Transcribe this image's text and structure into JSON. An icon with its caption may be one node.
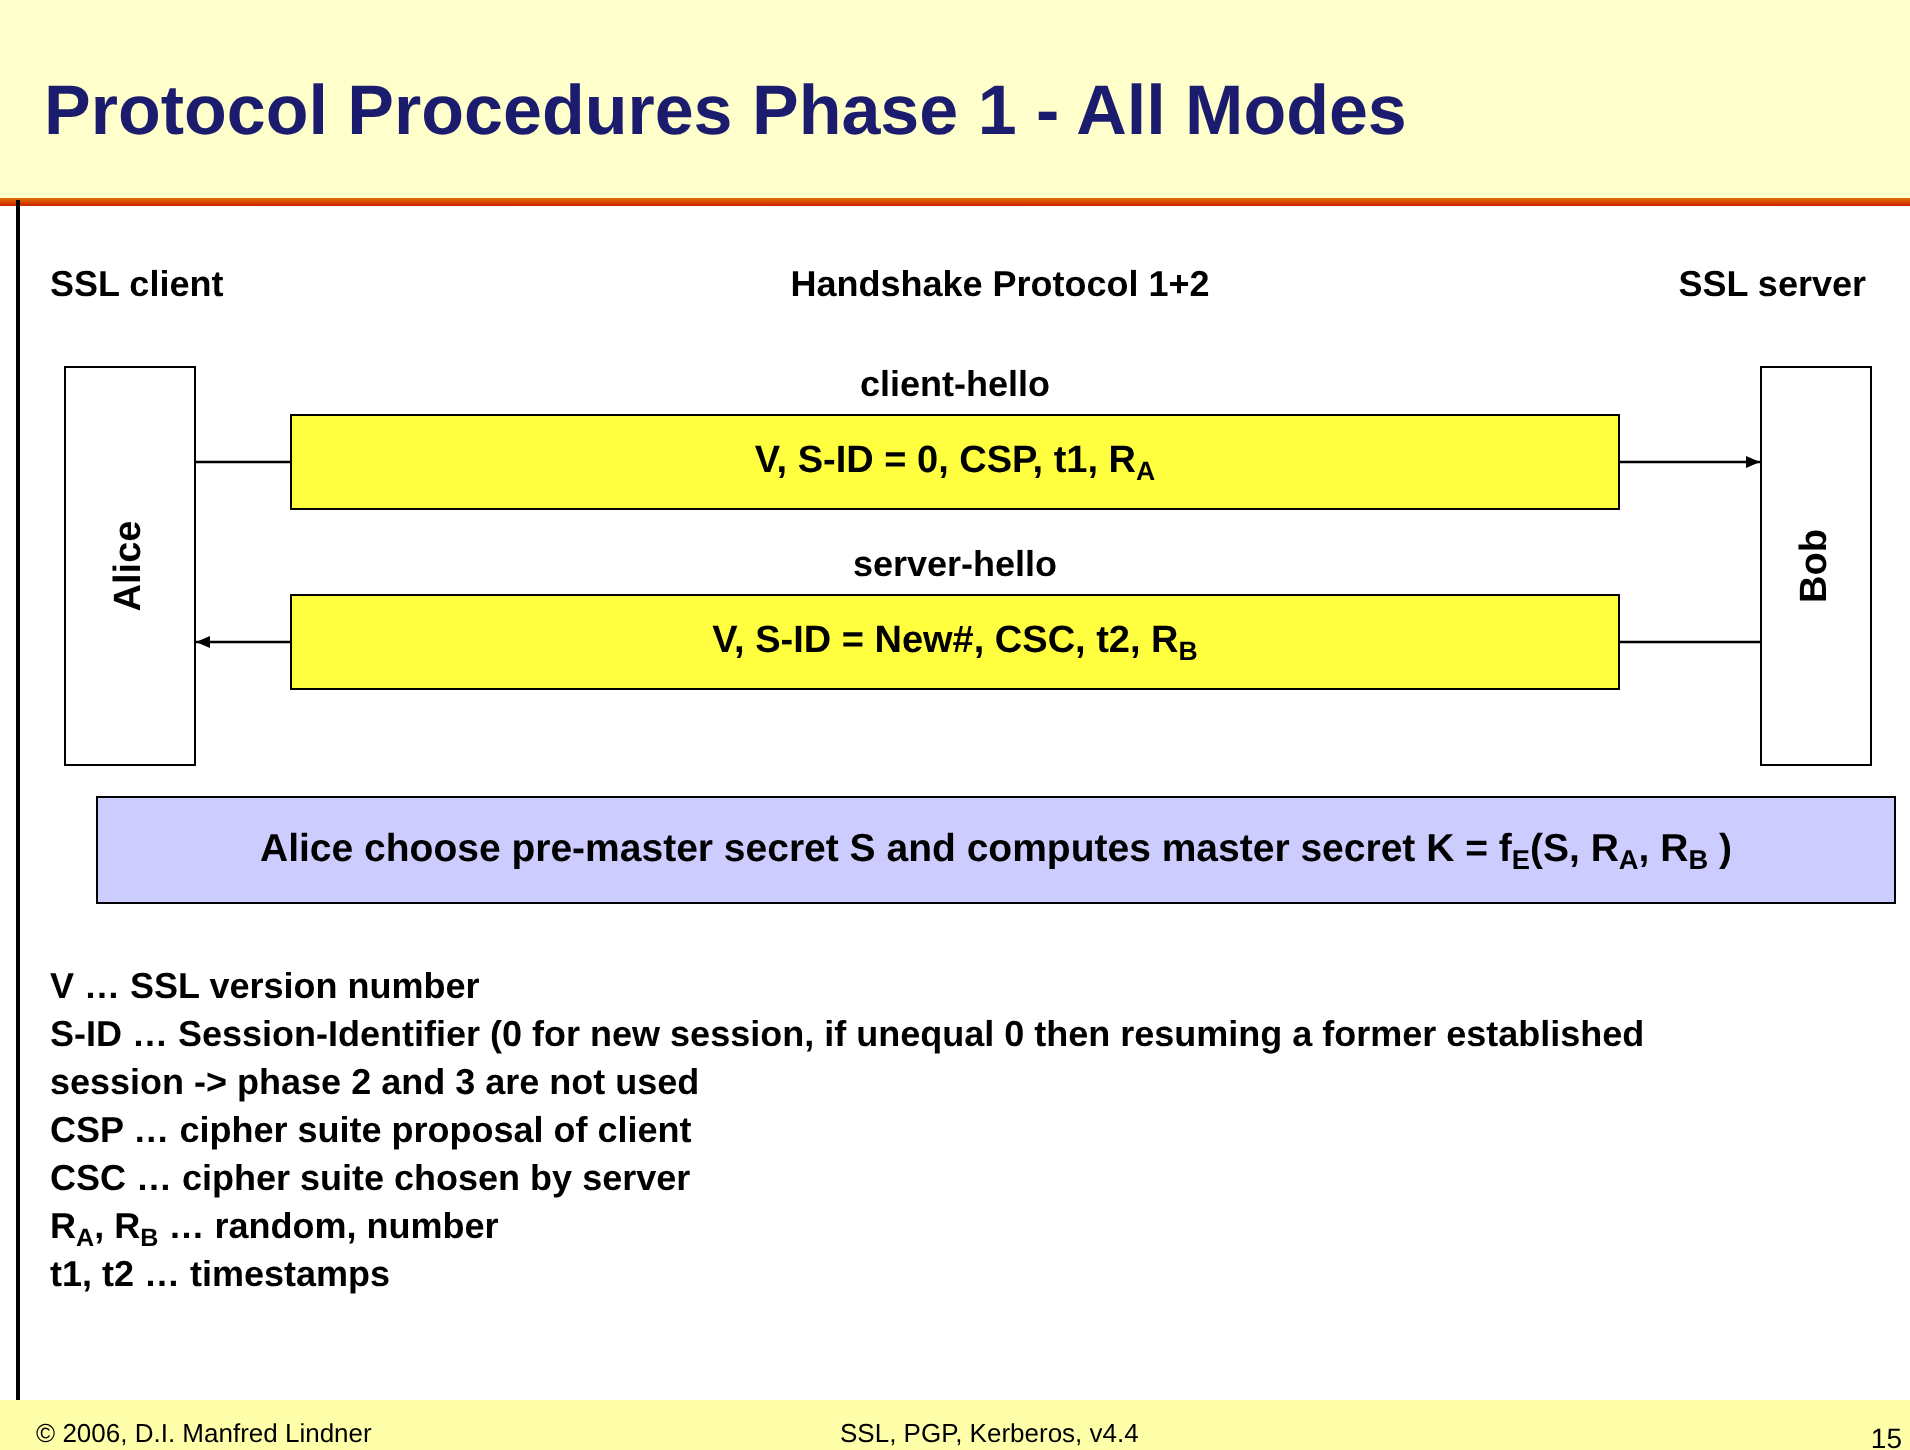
{
  "diagram": {
    "title": "Protocol Procedures Phase 1 - All Modes",
    "nodes": [
      {
        "text": [
          "Alice"
        ]
      },
      {
        "text": [
          "Bob"
        ]
      },
      {
        "text": [
          "client-hello",
          "V, S-ID = 0, CSP, t1, R$_{A}$"
        ]
      },
      {
        "text": [
          "server-hello",
          "V, S-ID = New#, CSC, t2, R$_{B}$"
        ]
      },
      {
        "text": [
          "Alice choose pre-master secret S and computes master secret K = f$_{E}$(S, R$_{A}$, R$_{B}$ )"
        ]
      }
    ],
    "edges": [
      {
        "from": 0,
        "to": 2,
        "arrow": "none"
      },
      {
        "from": 2,
        "to": 1,
        "arrow": "to"
      },
      {
        "from": 1,
        "to": 3,
        "arrow": "none"
      },
      {
        "from": 3,
        "to": 0,
        "arrow": "to"
      }
    ],
    "labels": [
      "SSL client",
      "Handshake Protocol 1+2",
      "SSL server",
      "V … SSL version number",
      "S-ID … Session-Identifier (0 for new session, if unequal 0 then resuming a former established session -> phase 2 and 3 are not used",
      "CSP … cipher suite proposal of client",
      "CSC … cipher suite chosen by server",
      "R$_{A}$, R$_{B}$ … random, number",
      "t1, t2 … timestamps",
      "© 2006, D.I. Manfred Lindner",
      "SSL, PGP, Kerberos, v4.4",
      "15"
    ]
  }
}
